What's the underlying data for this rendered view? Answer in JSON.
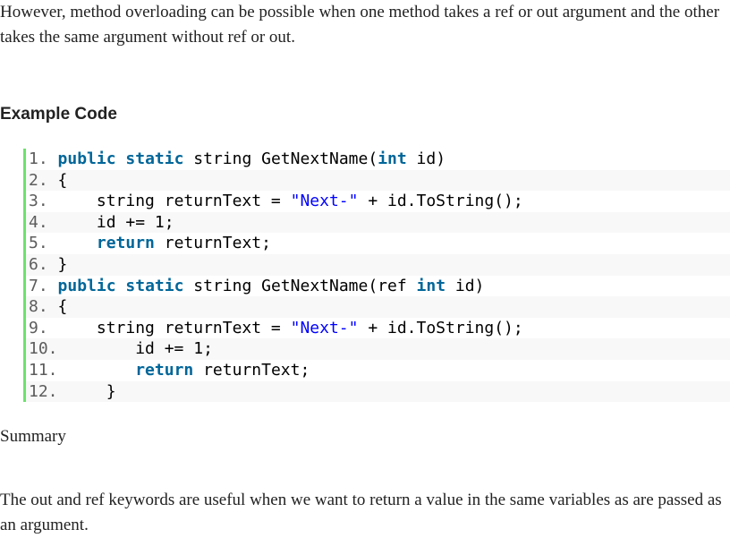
{
  "intro": "However, method overloading can be possible when one method takes a ref or out argument and the other takes the same argument without ref or out.",
  "heading": "Example Code",
  "code": {
    "lines": [
      {
        "num": "1.",
        "tokens": [
          {
            "t": " "
          },
          {
            "t": "public",
            "c": "kw"
          },
          {
            "t": " "
          },
          {
            "t": "static",
            "c": "kw"
          },
          {
            "t": " string GetNextName("
          },
          {
            "t": "int",
            "c": "kw"
          },
          {
            "t": " id)"
          }
        ]
      },
      {
        "num": "2.",
        "tokens": [
          {
            "t": " {"
          }
        ]
      },
      {
        "num": "3.",
        "tokens": [
          {
            "t": "     string returnText = "
          },
          {
            "t": "\"Next-\"",
            "c": "str"
          },
          {
            "t": " + id.ToString();"
          }
        ]
      },
      {
        "num": "4.",
        "tokens": [
          {
            "t": "     id += 1;"
          }
        ]
      },
      {
        "num": "5.",
        "tokens": [
          {
            "t": "     "
          },
          {
            "t": "return",
            "c": "kw"
          },
          {
            "t": " returnText;"
          }
        ]
      },
      {
        "num": "6.",
        "tokens": [
          {
            "t": " }"
          }
        ]
      },
      {
        "num": "7.",
        "tokens": [
          {
            "t": " "
          },
          {
            "t": "public",
            "c": "kw"
          },
          {
            "t": " "
          },
          {
            "t": "static",
            "c": "kw"
          },
          {
            "t": " string GetNextName(ref "
          },
          {
            "t": "int",
            "c": "kw"
          },
          {
            "t": " id)"
          }
        ]
      },
      {
        "num": "8.",
        "tokens": [
          {
            "t": " {"
          }
        ]
      },
      {
        "num": "9.",
        "tokens": [
          {
            "t": "     string returnText = "
          },
          {
            "t": "\"Next-\"",
            "c": "str"
          },
          {
            "t": " + id.ToString();"
          }
        ]
      },
      {
        "num": "10.",
        "tokens": [
          {
            "t": "        id += 1;"
          }
        ]
      },
      {
        "num": "11.",
        "tokens": [
          {
            "t": "        "
          },
          {
            "t": "return",
            "c": "kw"
          },
          {
            "t": " returnText;"
          }
        ]
      },
      {
        "num": "12.",
        "tokens": [
          {
            "t": "     }"
          }
        ]
      }
    ]
  },
  "summary_label": "Summary",
  "closing": "The out and ref keywords are useful when we want to return a value in the same variables as are passed as an argument.",
  "colors": {
    "keyword": "#006699",
    "string": "#0000ff",
    "gutter_bar": "#6ce26c",
    "line_number": "#5c5c5c",
    "alt_row": "#f8f8f8"
  }
}
